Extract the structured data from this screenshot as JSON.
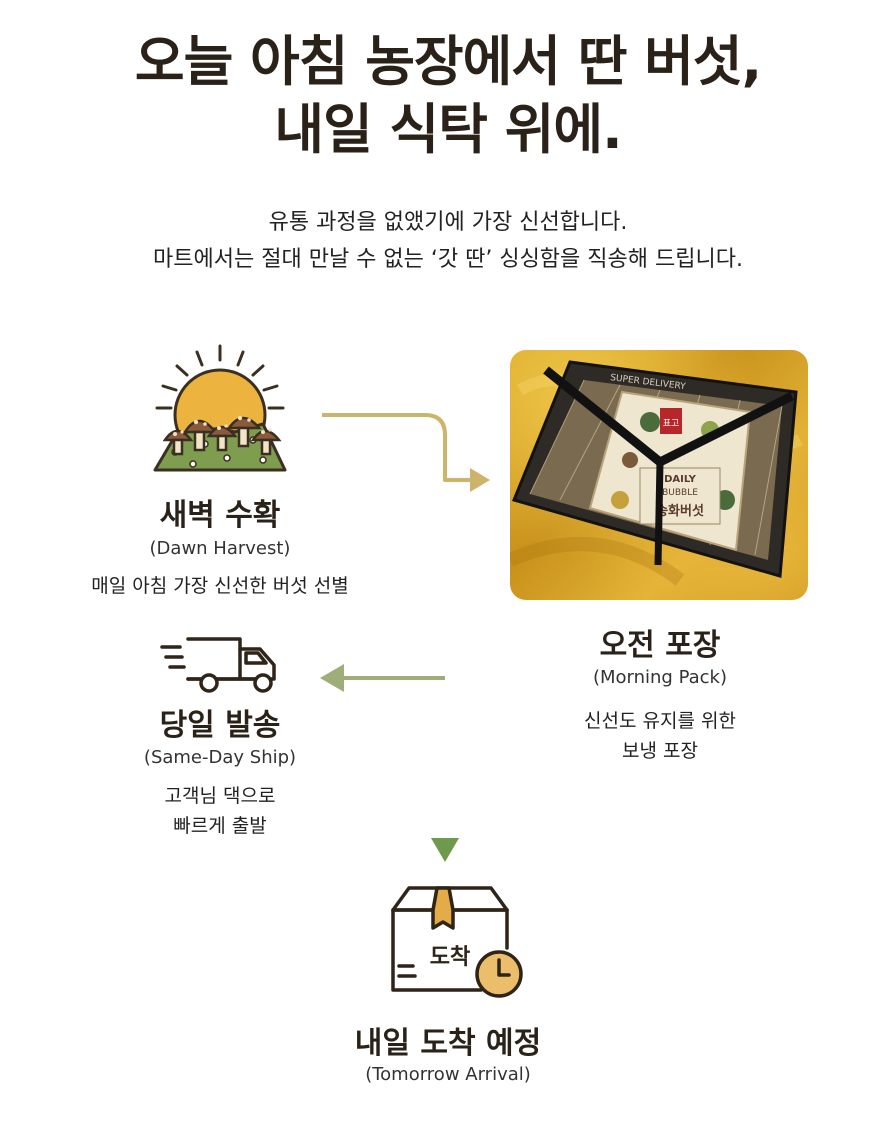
{
  "headline": {
    "line1": "오늘 아침 농장에서 딴 버섯,",
    "line2": "내일 식탁 위에."
  },
  "intro": {
    "line1": "유통 과정을 없앴기에 가장 신선합니다.",
    "line2": "마트에서는 절대 만날 수 없는 ‘갓 딴’ 싱싱함을 직송해 드립니다."
  },
  "steps": {
    "harvest": {
      "title": "새벽 수확",
      "subtitle": "(Dawn Harvest)",
      "desc": "매일 아침 가장 신선한 버섯 선별",
      "icon": "sun-mushroom-icon"
    },
    "pack": {
      "title": "오전 포장",
      "subtitle": "(Morning Pack)",
      "desc1": "신선도 유지를 위한",
      "desc2": "보냉 포장",
      "photo": "insulated-package-photo"
    },
    "ship": {
      "title": "당일 발송",
      "subtitle": "(Same-Day Ship)",
      "desc1": "고객님 댁으로",
      "desc2": "빠르게 출발",
      "icon": "delivery-truck-icon"
    },
    "arrival": {
      "title": "내일 도착 예정",
      "subtitle": "(Tomorrow Arrival)",
      "box_label": "도착",
      "icon": "box-clock-icon"
    }
  },
  "package_labels": {
    "brand": "SUPER DELIVERY",
    "seal": "표고",
    "product_top": "DAILY",
    "product_mid": "BUBBLE",
    "product_name": "송화버섯"
  },
  "colors": {
    "heading": "#2a2118",
    "arrow_gold": "#c9b06a",
    "arrow_green": "#7f9a5c",
    "icon_gold": "#e2ad3c",
    "icon_green": "#7d9a4f",
    "mushroom_brown": "#8b5a3c"
  }
}
